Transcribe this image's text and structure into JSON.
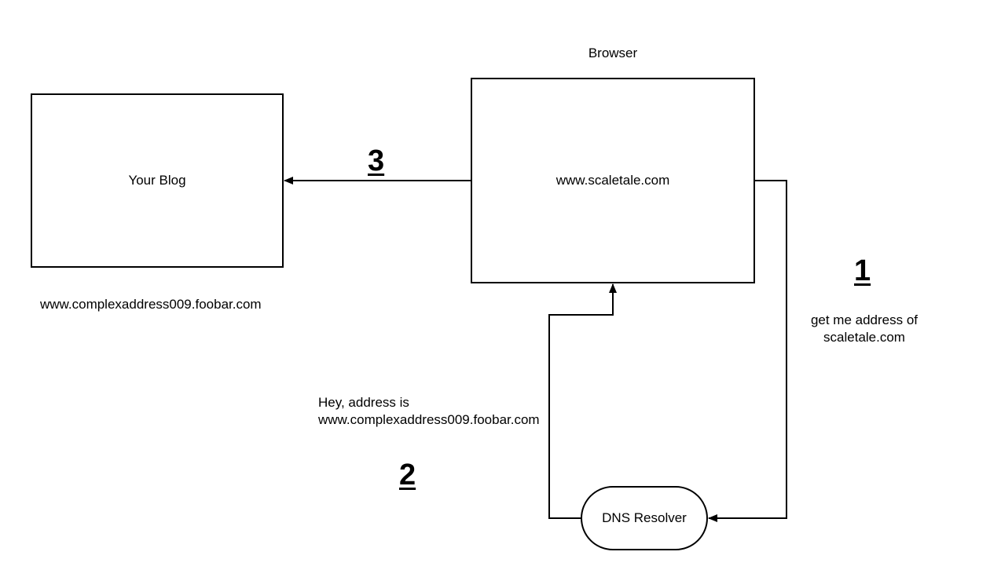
{
  "nodes": {
    "blog": {
      "label": "Your Blog",
      "caption": "www.complexaddress009.foobar.com"
    },
    "browser": {
      "title": "Browser",
      "label": "www.scaletale.com"
    },
    "resolver": {
      "label": "DNS Resolver"
    }
  },
  "steps": {
    "one": {
      "number": "1",
      "line1": "get me address of",
      "line2": "scaletale.com"
    },
    "two": {
      "number": "2",
      "line1": "Hey, address is",
      "line2": "www.complexaddress009.foobar.com"
    },
    "three": {
      "number": "3"
    }
  }
}
